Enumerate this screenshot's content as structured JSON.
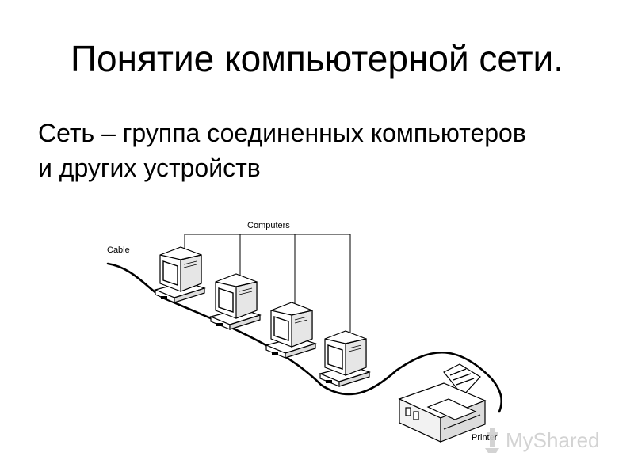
{
  "slide": {
    "title": "Понятие компьютерной сети.",
    "body_line_1": "Сеть – группа соединенных компьютеров",
    "body_line_2": "и других устройств"
  },
  "diagram": {
    "computers_label": "Computers",
    "cable_label": "Cable",
    "printer_label": "Printer",
    "computer_count": 4
  },
  "watermark": {
    "text": "MyShared"
  },
  "colors": {
    "background": "#ffffff",
    "text": "#000000",
    "watermark": "#cfcfcf"
  }
}
